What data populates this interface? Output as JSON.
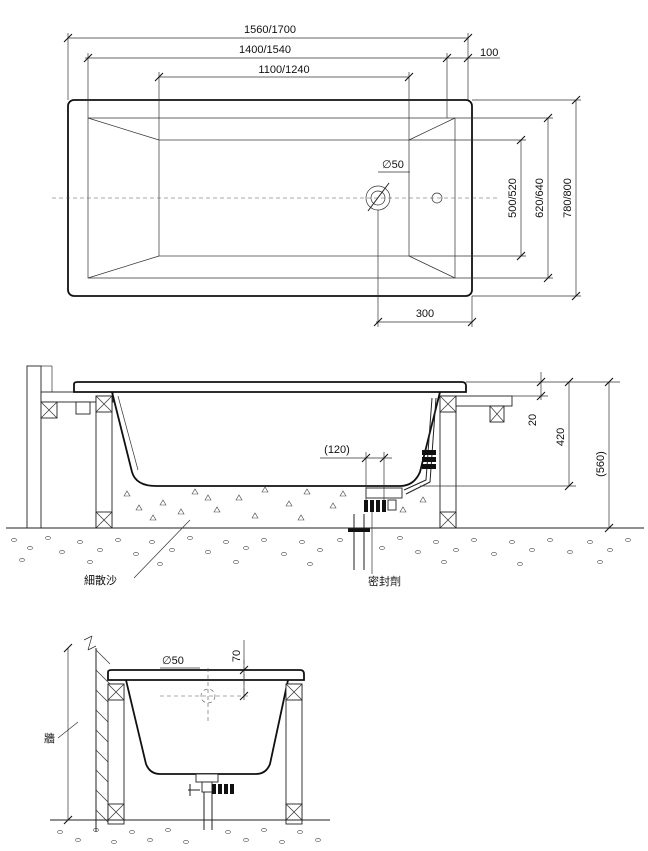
{
  "plan_view": {
    "dims": {
      "overall_length": "1560/1700",
      "mid_length": "1400/1540",
      "inner_length": "1100/1240",
      "edge_offset": "100",
      "drain_diameter": "∅50",
      "inner_width": "500/520",
      "mid_width": "620/640",
      "overall_width": "780/800",
      "drain_offset": "300"
    }
  },
  "side_view": {
    "dims": {
      "drain_horizontal": "(120)",
      "rim_height": "20",
      "tub_depth": "420",
      "total_height": "(560)"
    },
    "labels": {
      "fine_sand": "細散沙",
      "sealant": "密封劑"
    }
  },
  "end_view": {
    "dims": {
      "drain_diameter": "∅50",
      "overflow_height": "70"
    },
    "labels": {
      "wall": "牆"
    }
  }
}
